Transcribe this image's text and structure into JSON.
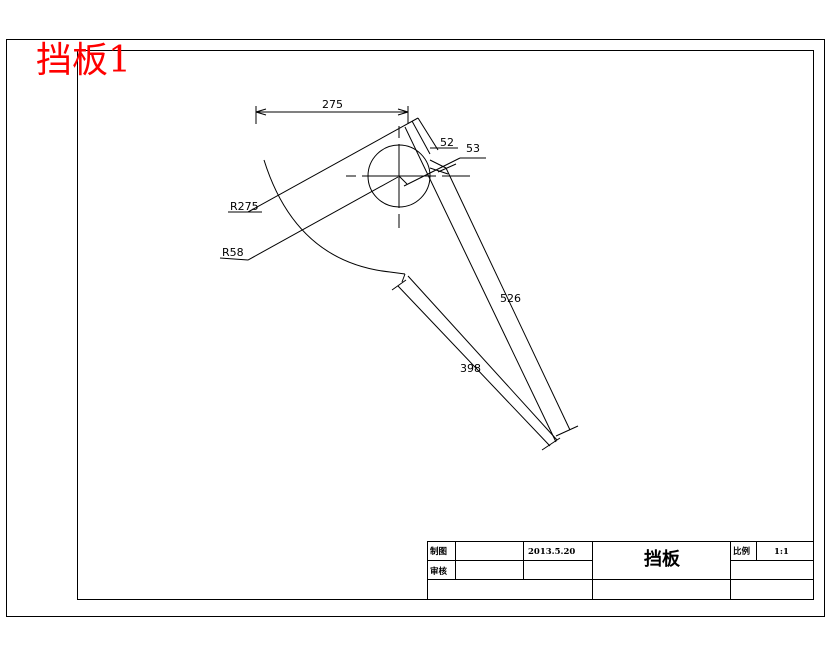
{
  "sheet_label": "挡板1",
  "dimensions": {
    "top_width": "275",
    "small_offset": "52",
    "hole_offset": "53",
    "arc_radius": "R275",
    "hole_radius": "R58",
    "long_edge": "526",
    "short_edge": "398"
  },
  "title_block": {
    "drawn_label": "制图",
    "checked_label": "审核",
    "date": "2013.5.20",
    "part_name": "挡板",
    "scale_label": "比例",
    "scale_value": "1:1"
  },
  "colors": {
    "line": "#000000",
    "label": "#ff0000",
    "background": "#ffffff"
  }
}
